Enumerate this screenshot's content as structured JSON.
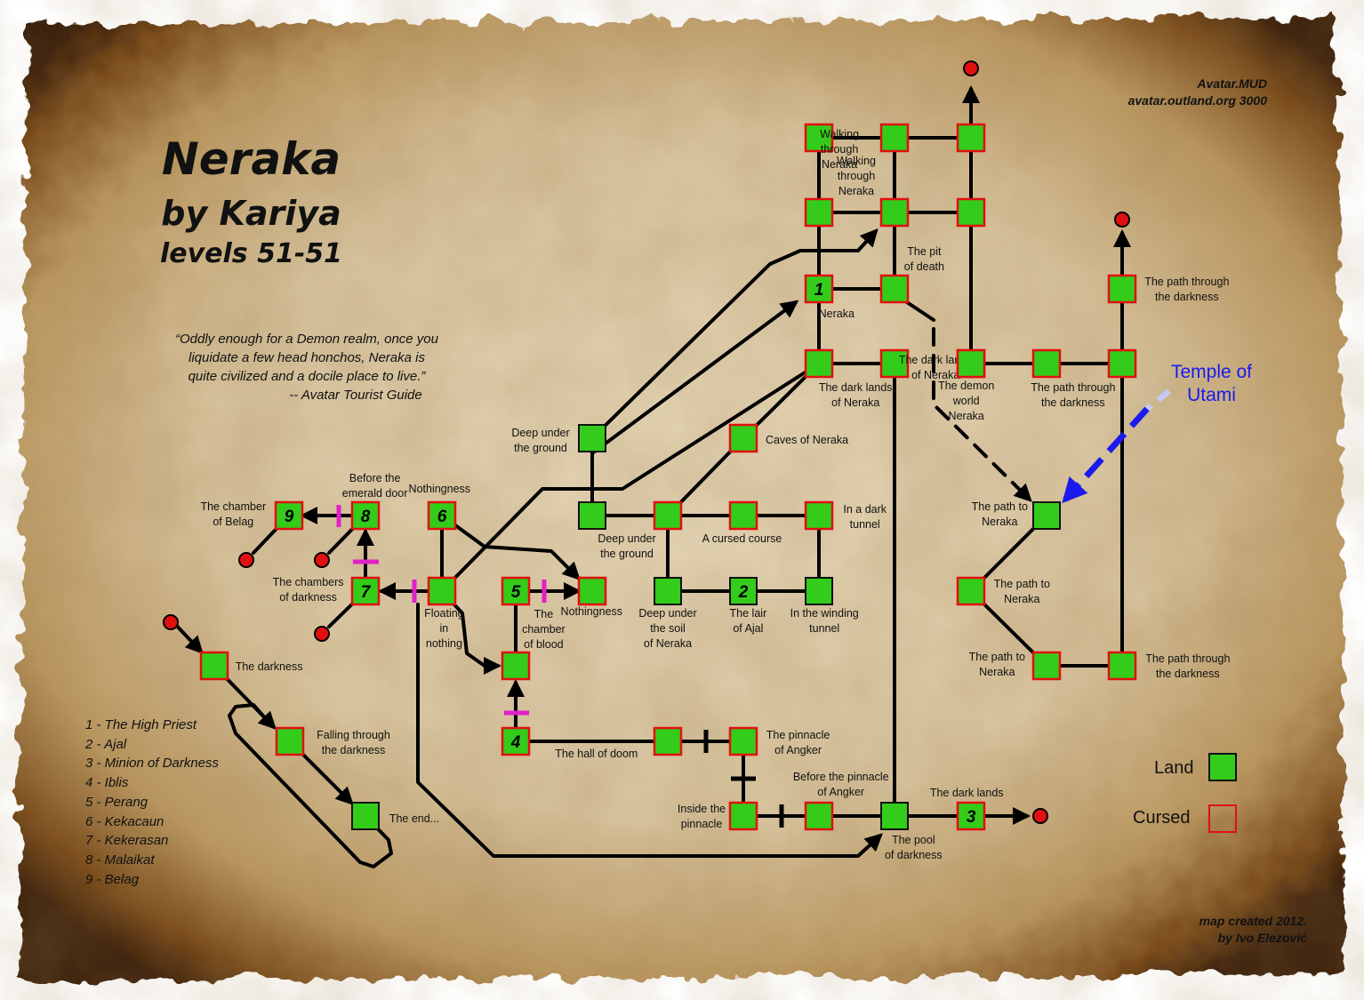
{
  "header": {
    "title": "Neraka",
    "subtitle": "by Kariya",
    "levels": "levels 51-51"
  },
  "quote": {
    "line1": "“Oddly enough for a Demon realm, once you",
    "line2": "liquidate a few head honchos, Neraka is",
    "line3": "quite civilized and a docile place to live.”",
    "line4": "-- Avatar Tourist Guide"
  },
  "server": {
    "name": "Avatar.MUD",
    "address": "avatar.outland.org 3000"
  },
  "credits": {
    "line1": "map created 2012.",
    "line2": "by Ivo Elezović"
  },
  "bosses": [
    "1 - The High Priest",
    "2 - Ajal",
    "3 - Minion of Darkness",
    "4 - Iblis",
    "5 - Perang",
    "6 - Kekacaun",
    "7 - Kekerasan",
    "8 - Malaikat",
    "9 - Belag"
  ],
  "key": {
    "land": "Land",
    "cursed": "Cursed",
    "land_color": "#33cc1a",
    "cursed_border": "#e01010"
  },
  "temple_label": [
    "Temple of",
    "Utami"
  ],
  "colors": {
    "room_fill": "#33cc1a",
    "cursed_border": "#e01010",
    "land_border": "#111111",
    "exit_marker": "#e01010",
    "door_marker": "#e020c8",
    "temple_arrow": "#1a1aee",
    "parchment": "#d9c7a6",
    "burnt_edge": "#5a3310"
  },
  "rooms": [
    {
      "label": [
        "Walking",
        "through",
        "Neraka"
      ],
      "type": "cursed"
    },
    {
      "label": [
        "Walking",
        "through",
        "Neraka"
      ],
      "type": "cursed"
    },
    {
      "label": [],
      "type": "cursed"
    },
    {
      "label": [],
      "type": "cursed"
    },
    {
      "label": [],
      "type": "cursed"
    },
    {
      "label": [],
      "type": "cursed"
    },
    {
      "label": [
        "The pit",
        "of death"
      ],
      "type": "cursed"
    },
    {
      "label": [
        "Neraka"
      ],
      "type": "cursed",
      "boss": "1"
    },
    {
      "label": [
        "The dark lands",
        "of Neraka"
      ],
      "type": "cursed"
    },
    {
      "label": [
        "The dark lands",
        "of Neraka"
      ],
      "type": "cursed"
    },
    {
      "label": [],
      "type": "cursed"
    },
    {
      "label": [
        "The demon",
        "world",
        "Neraka"
      ],
      "type": "cursed"
    },
    {
      "label": [
        "The path through",
        "the darkness"
      ],
      "type": "cursed"
    },
    {
      "label": [
        "The path through",
        "the darkness"
      ],
      "type": "cursed"
    },
    {
      "label": [],
      "type": "cursed"
    },
    {
      "label": [
        "Deep under",
        "the ground"
      ],
      "type": "land"
    },
    {
      "label": [
        "Caves of Neraka"
      ],
      "type": "cursed"
    },
    {
      "label": [
        "Deep under",
        "the ground"
      ],
      "type": "land"
    },
    {
      "label": [],
      "type": "cursed"
    },
    {
      "label": [
        "A cursed course"
      ],
      "type": "cursed"
    },
    {
      "label": [
        "In a dark",
        "tunnel"
      ],
      "type": "cursed"
    },
    {
      "label": [
        "Deep under",
        "the soil",
        "of Neraka"
      ],
      "type": "land"
    },
    {
      "label": [
        "The lair",
        "of Ajal"
      ],
      "type": "land",
      "boss": "2"
    },
    {
      "label": [
        "In the winding",
        "tunnel"
      ],
      "type": "land"
    },
    {
      "label": [
        "The chamber",
        "of Belag"
      ],
      "type": "cursed",
      "boss": "9"
    },
    {
      "label": [
        "Before the",
        "emerald door"
      ],
      "type": "cursed",
      "boss": "8"
    },
    {
      "label": [
        "Nothingness"
      ],
      "type": "cursed",
      "boss": "6"
    },
    {
      "label": [
        "The chambers",
        "of darkness"
      ],
      "type": "cursed",
      "boss": "7"
    },
    {
      "label": [
        "Floating",
        "in",
        "nothing"
      ],
      "type": "cursed"
    },
    {
      "label": [
        "The",
        "chamber",
        "of blood"
      ],
      "type": "cursed",
      "boss": "5"
    },
    {
      "label": [
        "Nothingness"
      ],
      "type": "cursed"
    },
    {
      "label": [],
      "type": "cursed"
    },
    {
      "label": [
        "The darkness"
      ],
      "type": "cursed"
    },
    {
      "label": [
        "Falling through",
        "the darkness"
      ],
      "type": "cursed"
    },
    {
      "label": [
        "The end..."
      ],
      "type": "land"
    },
    {
      "label": [
        "The hall of doom"
      ],
      "type": "cursed",
      "boss": "4"
    },
    {
      "label": [],
      "type": "cursed"
    },
    {
      "label": [
        "The pinnacle",
        "of Angker"
      ],
      "type": "cursed"
    },
    {
      "label": [
        "Inside the",
        "pinnacle"
      ],
      "type": "cursed"
    },
    {
      "label": [
        "Before the pinnacle",
        "of Angker"
      ],
      "type": "cursed"
    },
    {
      "label": [
        "The pool",
        "of darkness"
      ],
      "type": "land"
    },
    {
      "label": [
        "The dark lands"
      ],
      "type": "cursed",
      "boss": "3"
    },
    {
      "label": [
        "The path to",
        "Neraka"
      ],
      "type": "land"
    },
    {
      "label": [
        "The path to",
        "Neraka"
      ],
      "type": "cursed"
    },
    {
      "label": [
        "The path to",
        "Neraka"
      ],
      "type": "cursed"
    },
    {
      "label": [
        "The path through",
        "the darkness"
      ],
      "type": "cursed"
    }
  ]
}
